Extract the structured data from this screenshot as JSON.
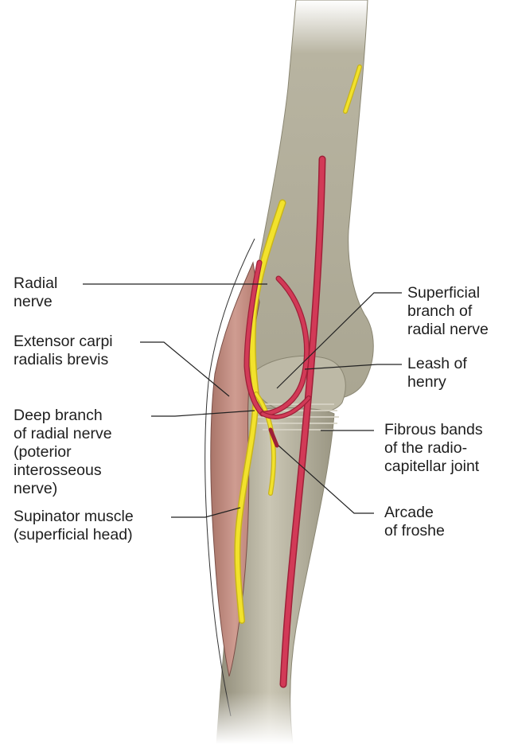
{
  "labels": {
    "radial_nerve": [
      "Radial",
      "nerve"
    ],
    "ecrb": [
      "Extensor carpi",
      "radialis brevis"
    ],
    "deep_branch": [
      "Deep branch",
      "of radial nerve",
      "(poterior",
      "interosseous",
      "nerve)"
    ],
    "supinator": [
      "Supinator muscle",
      "(superficial head)"
    ],
    "superficial_branch": [
      "Superficial",
      "branch of",
      "radial nerve"
    ],
    "leash": [
      "Leash of",
      "henry"
    ],
    "fibrous_bands": [
      "Fibrous bands",
      "of the radio-",
      "capitellar joint"
    ],
    "arcade": [
      "Arcade",
      "of froshe"
    ]
  },
  "colors": {
    "bone": "#aaa692",
    "bone_shadow": "#8e8a77",
    "bone_light": "#cac6b4",
    "muscle": "#c08b80",
    "muscle_dark": "#9f6d63",
    "nerve": "#f2e22c",
    "nerve_edge": "#c8b41a",
    "vessel": "#d23a57",
    "vessel_edge": "#9e2038",
    "leader": "#222222"
  }
}
